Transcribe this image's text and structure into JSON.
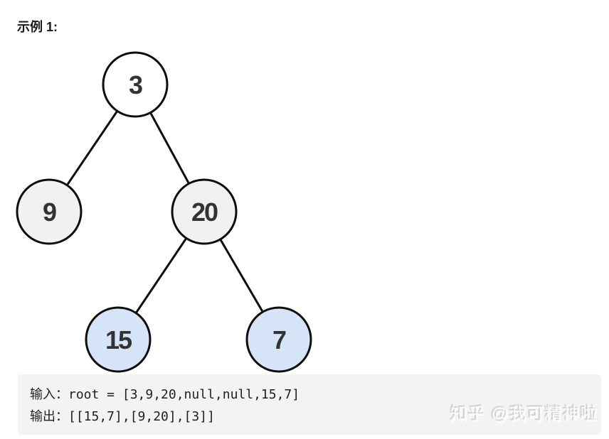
{
  "page": {
    "title": "示例 1:",
    "background": "#ffffff"
  },
  "tree": {
    "description": "binary-tree",
    "nodes": [
      {
        "value": "3",
        "level": 0,
        "role": "root"
      },
      {
        "value": "9",
        "level": 1,
        "role": "internal"
      },
      {
        "value": "20",
        "level": 1,
        "role": "internal"
      },
      {
        "value": "15",
        "level": 2,
        "role": "leaf"
      },
      {
        "value": "7",
        "level": 2,
        "role": "leaf"
      }
    ],
    "edges": [
      "3-9",
      "3-20",
      "20-15",
      "20-7"
    ],
    "colors": {
      "root_fill": "#ffffff",
      "internal_fill": "#f1f1f1",
      "leaf_fill": "#d6e4f8",
      "stroke": "#0d0d0d",
      "text": "#333333"
    }
  },
  "example_box": {
    "background": "#f2f3f5",
    "input_label": "输入：",
    "input_value": "root = [3,9,20,null,null,15,7]",
    "output_label": "输出：",
    "output_value": "[[15,7],[9,20],[3]]"
  },
  "watermark": {
    "text": "知乎 @我可精神啦"
  }
}
